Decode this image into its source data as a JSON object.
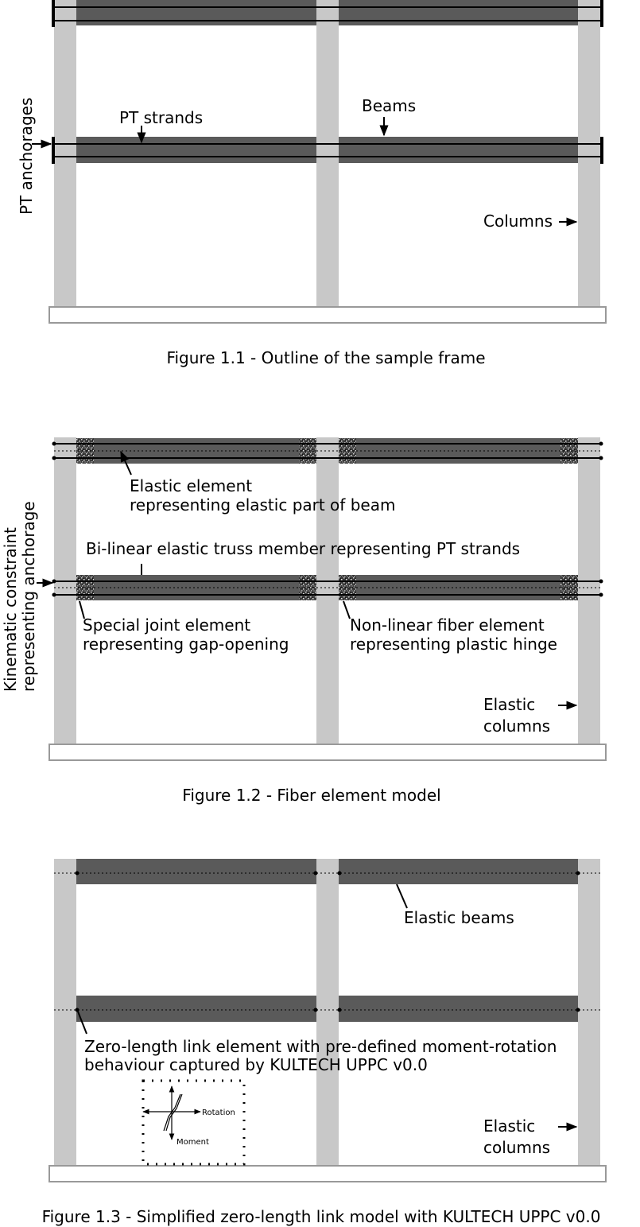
{
  "figure1": {
    "caption": "Figure 1.1 - Outline of the sample frame",
    "labels": {
      "pt_anchorages": "PT anchorages",
      "pt_strands": "PT strands",
      "beams": "Beams",
      "columns": "Columns"
    }
  },
  "figure2": {
    "caption": "Figure 1.2 - Fiber element model",
    "labels": {
      "kinematic_line1": "Kinematic constraint",
      "kinematic_line2": "representing anchorage",
      "elastic_element_line1": "Elastic element",
      "elastic_element_line2": "representing elastic part of beam",
      "truss_member": "Bi-linear elastic truss member representing PT strands",
      "special_joint_line1": "Special joint element",
      "special_joint_line2": "representing gap-opening",
      "fiber_element_line1": "Non-linear fiber element",
      "fiber_element_line2": "representing plastic hinge",
      "elastic_columns_line1": "Elastic",
      "elastic_columns_line2": "columns"
    }
  },
  "figure3": {
    "caption": "Figure 1.3 - Simplified zero-length link model with KULTECH UPPC v0.0",
    "labels": {
      "elastic_beams": "Elastic beams",
      "zero_length_line1": "Zero-length link element with pre-defined moment-rotation",
      "zero_length_line2": "behaviour captured by KULTECH UPPC v0.0",
      "rotation": "Rotation",
      "moment": "Moment",
      "elastic_columns_line1": "Elastic",
      "elastic_columns_line2": "columns"
    }
  },
  "colors": {
    "column": "#c8c8c8",
    "beam": "#5a5a5a",
    "base": "#ffffff"
  }
}
